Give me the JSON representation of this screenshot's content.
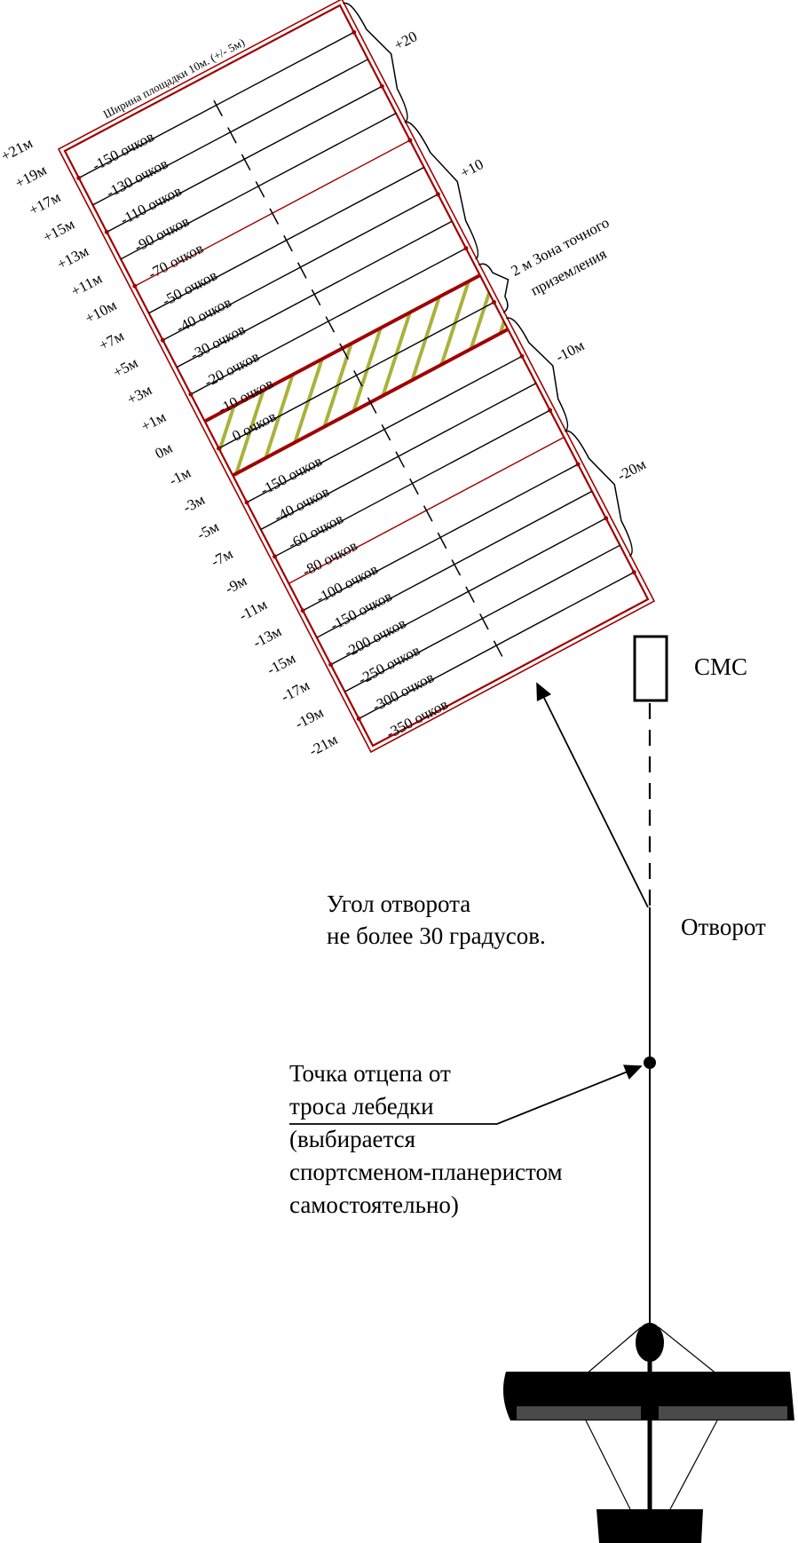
{
  "width_caption": "Ширина площадки 10м. (+/- 5м)",
  "rows": [
    {
      "mark": "+21м",
      "score": "-150 очков"
    },
    {
      "mark": "+19м",
      "score": "-130 очков"
    },
    {
      "mark": "+17м",
      "score": "-110 очков"
    },
    {
      "mark": "+15м",
      "score": "-90 очков"
    },
    {
      "mark": "+13м",
      "score": "-70 очков"
    },
    {
      "mark": "+11м",
      "score": "-50 очков"
    },
    {
      "mark": "+10м",
      "score": "-40 очков"
    },
    {
      "mark": "+7м",
      "score": "-30 очков"
    },
    {
      "mark": "+5м",
      "score": "-20 очков"
    },
    {
      "mark": "+3м",
      "score": "-10 очков"
    },
    {
      "mark": "+1м",
      "score": "0 очков"
    },
    {
      "mark": "0м",
      "score": ""
    },
    {
      "mark": "-1м",
      "score": "-150 очков"
    },
    {
      "mark": "-3м",
      "score": "-40 очков"
    },
    {
      "mark": "-5м",
      "score": "-60 очков"
    },
    {
      "mark": "-7м",
      "score": "-80 очков"
    },
    {
      "mark": "-9м",
      "score": "-100 очков"
    },
    {
      "mark": "-11м",
      "score": "-150 очков"
    },
    {
      "mark": "-13м",
      "score": "-200 очков"
    },
    {
      "mark": "-15м",
      "score": "-250 очков"
    },
    {
      "mark": "-17м",
      "score": "-300 очков"
    },
    {
      "mark": "-19м",
      "score": "-350 очков"
    },
    {
      "mark": "-21м",
      "score": ""
    }
  ],
  "brace_labels": {
    "plus20": "+20",
    "plus10": "+10",
    "zone_line1": "2 м Зона точного",
    "zone_line2": "приземления",
    "minus10": "-10м",
    "minus20": "-20м"
  },
  "cmc_label": "СМС",
  "turn_angle": {
    "line1": "Угол отворота",
    "line2": "не более 30 градусов."
  },
  "turn_label": "Отворот",
  "release_point": {
    "line1": "Точка отцепа от",
    "line2": "троса лебедки",
    "line3": "(выбирается",
    "line4": "спортсменом-планеристом",
    "line5": "самостоятельно)"
  },
  "colors": {
    "border": "#a00000",
    "hatch": "#a9b23a",
    "ink": "#000000"
  }
}
